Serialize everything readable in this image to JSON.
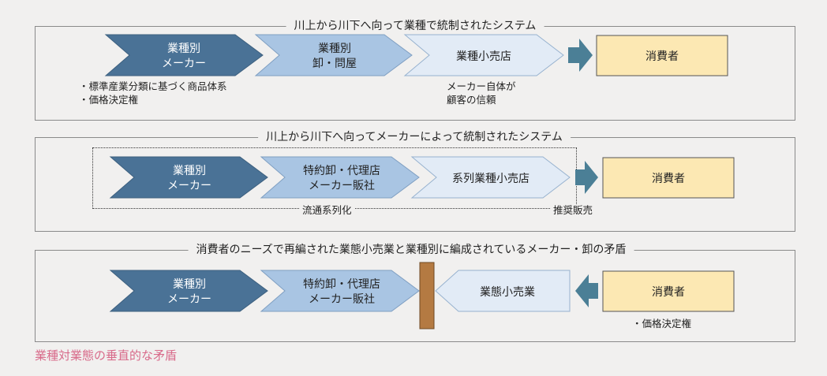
{
  "colors": {
    "dark_blue": "#4a7296",
    "mid_blue": "#a9c5e3",
    "light_blue": "#e2ebf6",
    "consumer_fill": "#fce8b3",
    "arrow_teal": "#4b7f96",
    "barrier": "#b47a42",
    "caption": "#d86a8a"
  },
  "panels": [
    {
      "title": "川上から川下へ向って業種で統制されたシステム",
      "steps": [
        {
          "line1": "業種別",
          "line2": "メーカー"
        },
        {
          "line1": "業種別",
          "line2": "卸・問屋"
        },
        {
          "line1": "業種小売店",
          "line2": ""
        }
      ],
      "consumer": "消費者",
      "notes_left": [
        "・標準産業分類に基づく商品体系",
        "・価格決定権"
      ],
      "notes_mid": [
        "メーカー自体が",
        "顧客の信頼"
      ]
    },
    {
      "title": "川上から川下へ向ってメーカーによって統制されたシステム",
      "steps": [
        {
          "line1": "業種別",
          "line2": "メーカー"
        },
        {
          "line1": "特約卸・代理店",
          "line2": "メーカー販社"
        },
        {
          "line1": "系列業種小売店",
          "line2": ""
        }
      ],
      "consumer": "消費者",
      "label_channel": "流通系列化",
      "label_sales": "推奨販売"
    },
    {
      "title": "消費者のニーズで再編された業態小売業と業種別に編成されているメーカー・卸の矛盾",
      "steps": [
        {
          "line1": "業種別",
          "line2": "メーカー"
        },
        {
          "line1": "特約卸・代理店",
          "line2": "メーカー販社"
        }
      ],
      "reverse_step": "業態小売業",
      "consumer": "消費者",
      "notes_consumer": [
        "・価格決定権"
      ]
    }
  ],
  "caption": "業種対業態の垂直的な矛盾"
}
